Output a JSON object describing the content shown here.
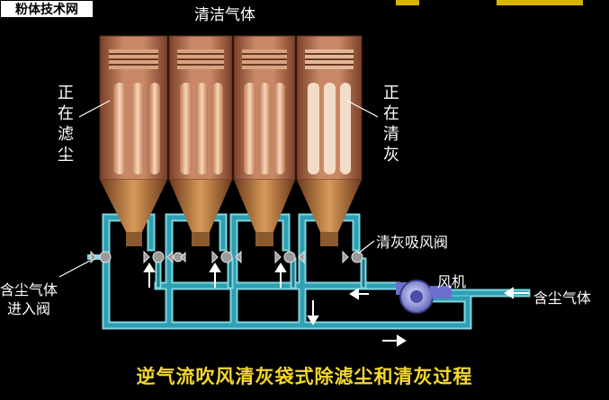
{
  "watermark": "粉体技术网",
  "labels": {
    "clean_gas": "清洁气体",
    "filtering": "正在滤尘",
    "cleaning": "正在清灰",
    "reverse_air_valve": "清灰吸风阀",
    "fan": "风机",
    "dusty_gas_inlet_right": "含尘气体",
    "dusty_gas_valve_left_line1": "含尘气体",
    "dusty_gas_valve_left_line2": "进入阀",
    "caption": "逆气流吹风清灰袋式除滤尘和清灰过程"
  },
  "colors": {
    "background": "#000000",
    "duct": "#2f9fb2",
    "duct_edge": "#7fd6e2",
    "duct_dark": "#1c5e6b",
    "housing": "#b87555",
    "housing_dark": "#7a4028",
    "bag": "#f0c8a8",
    "hopper": "#c68c4e",
    "caption": "#f5d82e",
    "fan": "#7a7fd8",
    "arrow": "#ffffff"
  },
  "icons": [
    "valve-icon",
    "fan-icon",
    "arrow-icon"
  ]
}
